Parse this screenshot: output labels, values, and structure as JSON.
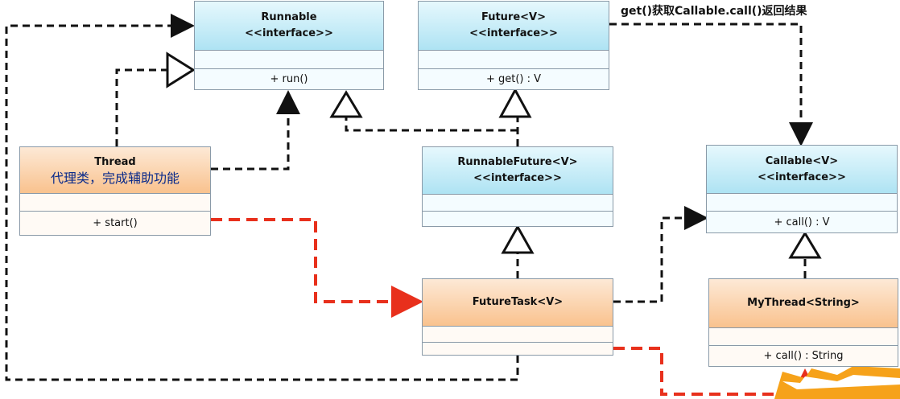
{
  "classes": {
    "runnable": {
      "name": "Runnable",
      "stereotype": "<<interface>>",
      "op": "+ run()"
    },
    "future": {
      "name": "Future<V>",
      "stereotype": "<<interface>>",
      "op": "+ get() : V"
    },
    "runnable_future": {
      "name": "RunnableFuture<V>",
      "stereotype": "<<interface>>"
    },
    "callable": {
      "name": "Callable<V>",
      "stereotype": "<<interface>>",
      "op": "+ call() : V"
    },
    "thread": {
      "name": "Thread",
      "subtitle": "代理类，完成辅助功能",
      "op": "+ start()"
    },
    "future_task": {
      "name": "FutureTask<V>"
    },
    "my_thread": {
      "name": "MyThread<String>",
      "op": "+ call() : String"
    }
  },
  "note": "get()获取Callable.call()返回结果",
  "colors": {
    "interface_fill": "#aee3f3",
    "class_fill": "#f9c28e",
    "highlight_arrow": "#e8301c",
    "arrow": "#111111"
  }
}
